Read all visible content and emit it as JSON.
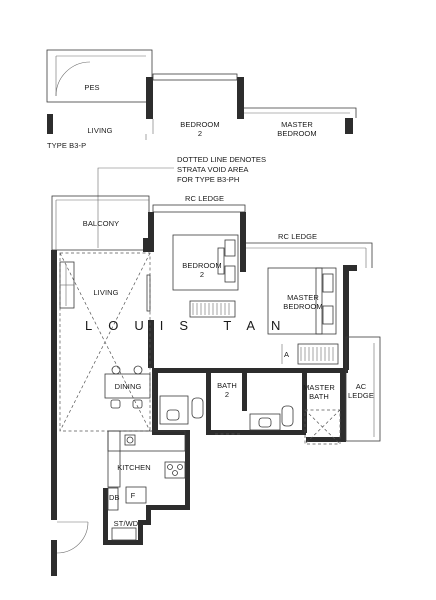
{
  "variant_label": "TYPE B3-P",
  "note_lines": [
    "DOTTED LINE DENOTES",
    "STRATA VOID AREA",
    "FOR TYPE B3-PH"
  ],
  "watermark": "LOUIS TAN",
  "inset_labels": {
    "pes": "PES",
    "living": "LIVING",
    "bedroom2_line1": "BEDROOM",
    "bedroom2_line2": "2",
    "master_line1": "MASTER",
    "master_line2": "BEDROOM"
  },
  "labels": {
    "rc_ledge_top": "RC LEDGE",
    "rc_ledge_right": "RC LEDGE",
    "balcony": "BALCONY",
    "bedroom2_line1": "BEDROOM",
    "bedroom2_line2": "2",
    "master_line1": "MASTER",
    "master_line2": "BEDROOM",
    "living": "LIVING",
    "dining": "DINING",
    "bath2_line1": "BATH",
    "bath2_line2": "2",
    "master_bath_line1": "MASTER",
    "master_bath_line2": "BATH",
    "ac_ledge_line1": "AC",
    "ac_ledge_line2": "LEDGE",
    "kitchen": "KITCHEN",
    "db": "DB",
    "fridge": "F",
    "stwd": "ST/WD",
    "wardrobe_mark": "A"
  }
}
